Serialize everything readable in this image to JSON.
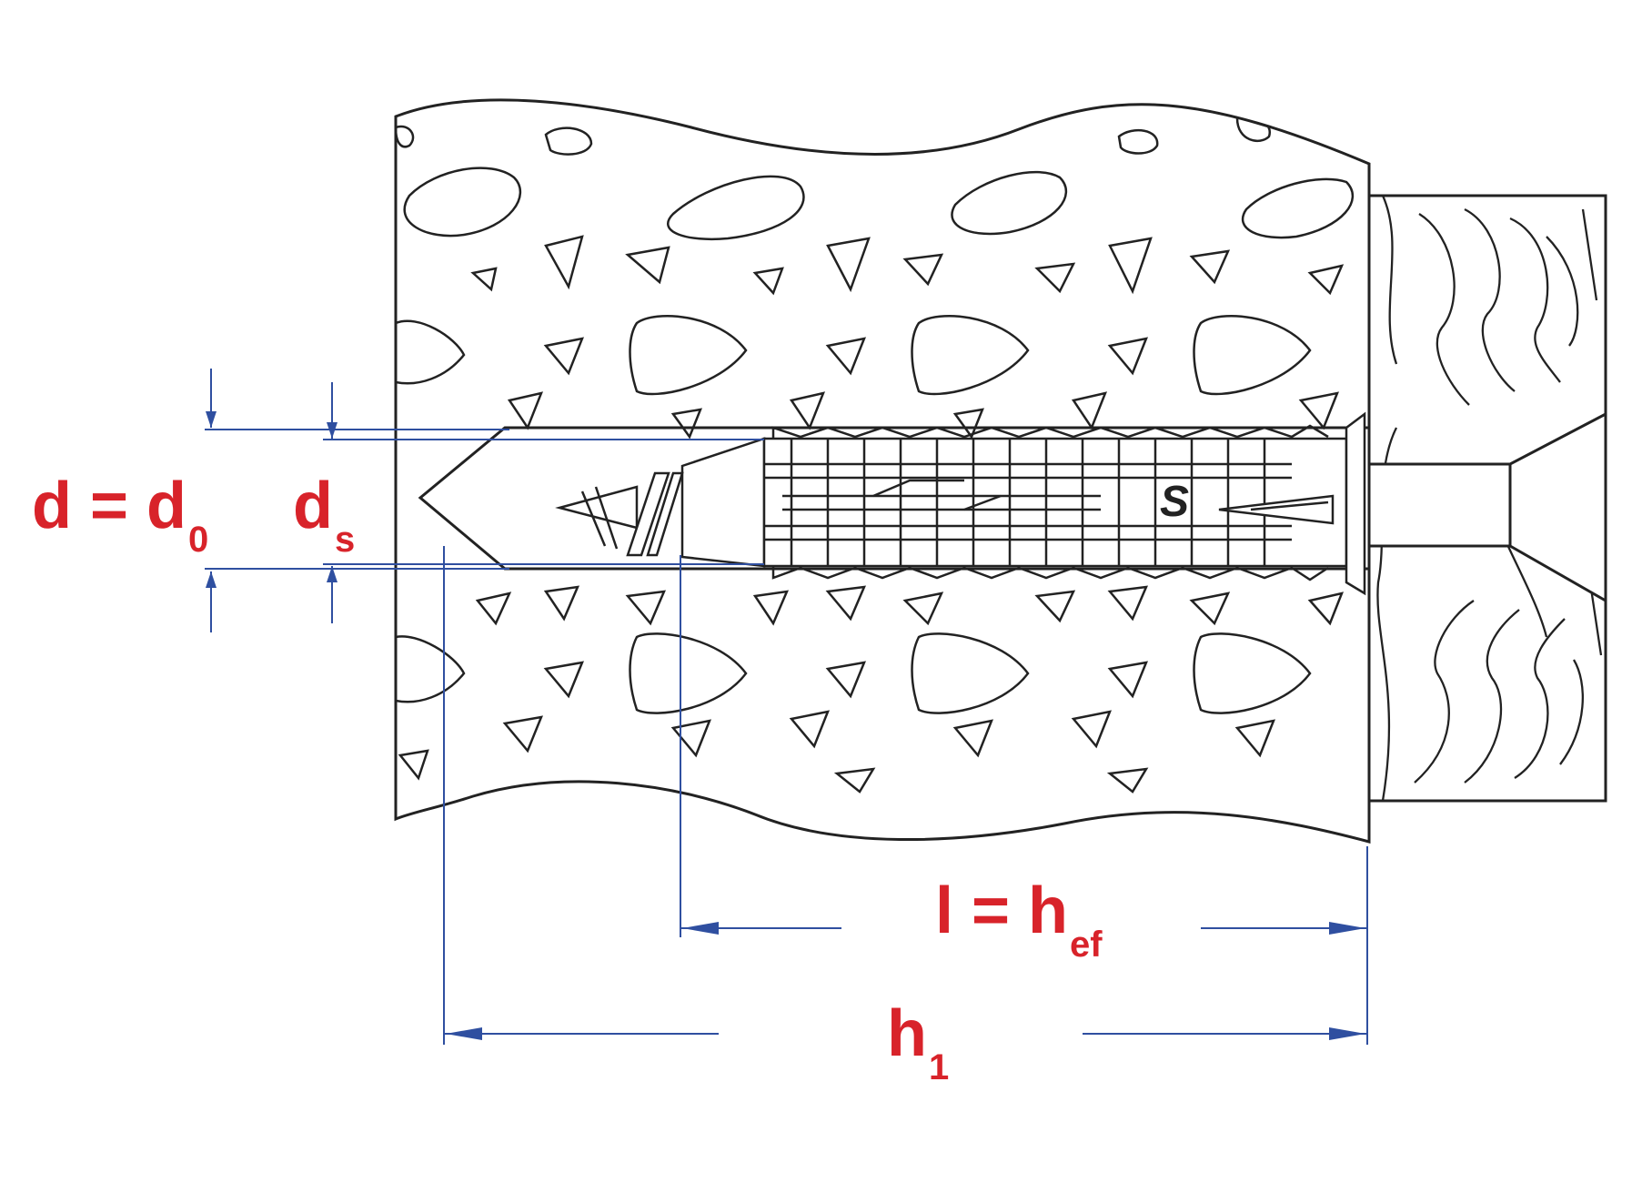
{
  "colors": {
    "line": "#222222",
    "dimension": "#2f4fa0",
    "label": "#d8232a",
    "background": "#ffffff"
  },
  "labels": {
    "d": {
      "main": "d = d",
      "sub": "0"
    },
    "ds": {
      "main": "d",
      "sub": "s"
    },
    "hef": {
      "main": "l = h",
      "sub": "ef"
    },
    "h1": {
      "main": "h",
      "sub": "1"
    }
  },
  "glyphs": {
    "anchor_mark": "S"
  }
}
